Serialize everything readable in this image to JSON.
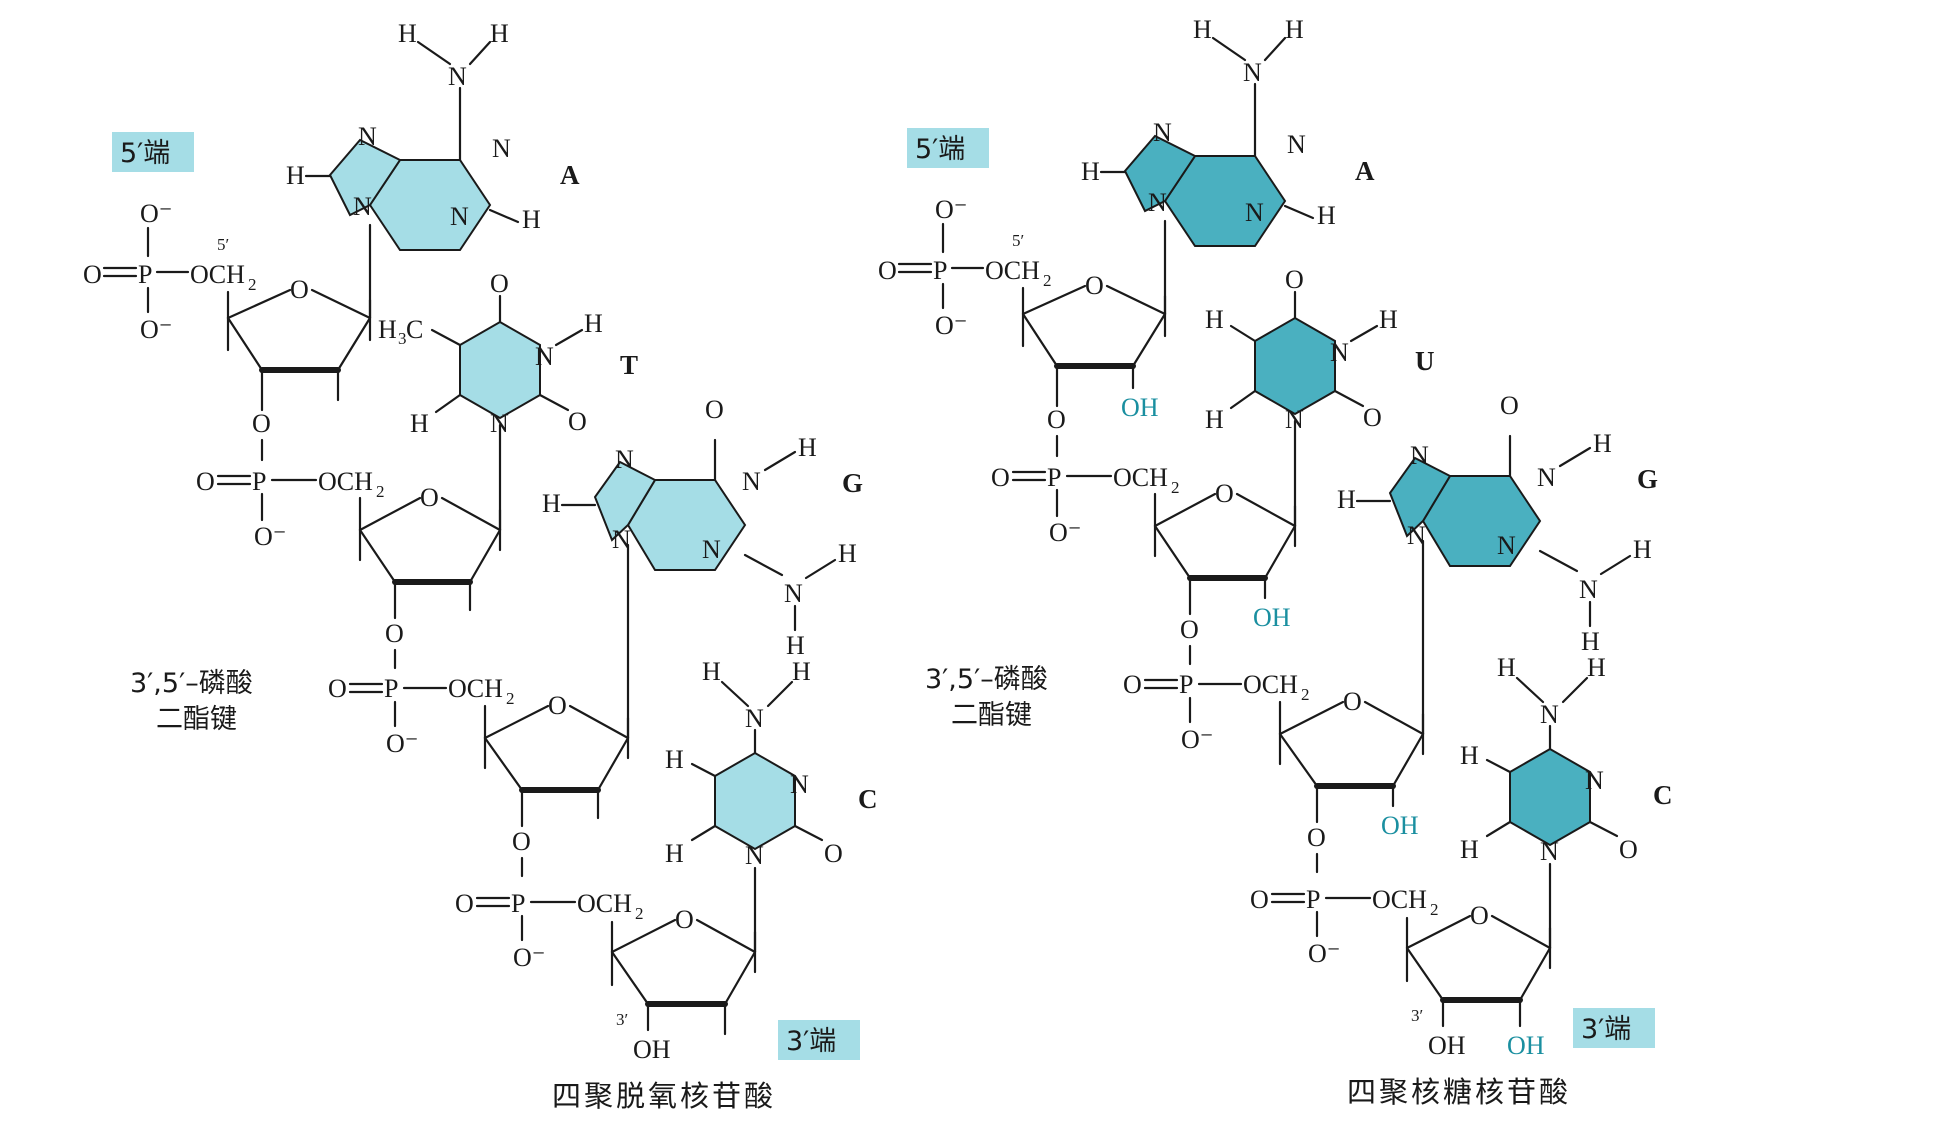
{
  "labels": {
    "five_prime_end": "5′端",
    "three_prime_end": "3′端",
    "bond_line1": "3′,5′–磷酸",
    "bond_line2": "二酯键",
    "five_prime": "5′",
    "three_prime": "3′"
  },
  "dna": {
    "caption": "四聚脱氧核苷酸",
    "bases": [
      "A",
      "T",
      "G",
      "C"
    ]
  },
  "rna": {
    "caption": "四聚核糖核苷酸",
    "bases": [
      "A",
      "U",
      "G",
      "C"
    ]
  },
  "atoms": {
    "H": "H",
    "N": "N",
    "O": "O",
    "P": "P",
    "OH": "OH",
    "O_minus": "O⁻",
    "OCH": "OCH",
    "sub2": "2",
    "H3C": "H",
    "sub3": "3",
    "C": "C"
  },
  "colors": {
    "dna_base": "#a5dde6",
    "rna_base": "#4ab0c0",
    "tag": "#a5dde6",
    "rna_oh": "#1a8fa0"
  }
}
